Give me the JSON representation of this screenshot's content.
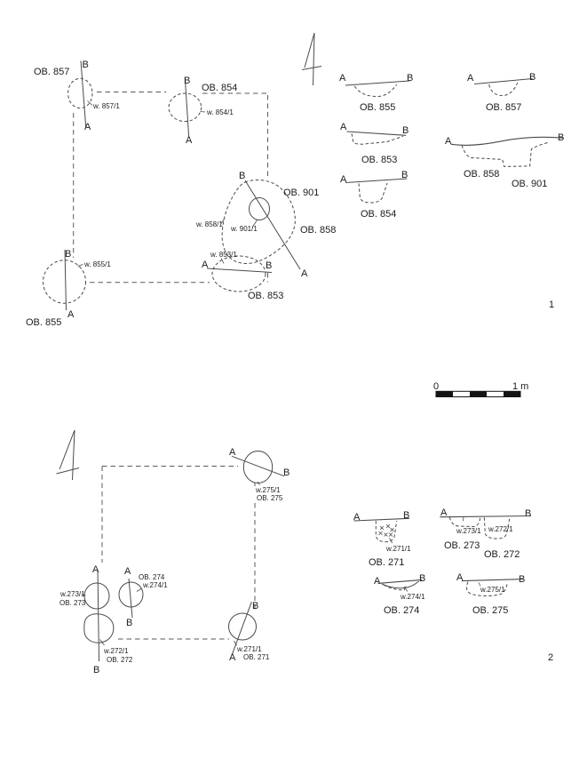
{
  "markers": {
    "a": "A",
    "b": "B"
  },
  "scale_bar": {
    "zero": "0",
    "one_m": "1 m"
  },
  "panel1": {
    "page_number": "1",
    "plan": {
      "ob857": {
        "label": "OB. 857",
        "layer": "w. 857/1"
      },
      "ob854": {
        "label": "OB. 854",
        "layer": "w. 854/1"
      },
      "ob901": {
        "label": "OB. 901",
        "layer": "w. 901/1"
      },
      "ob858": {
        "label": "OB. 858",
        "layer": "w. 858/1"
      },
      "ob853": {
        "label": "OB. 853",
        "layer": "w. 853/1"
      },
      "ob855": {
        "label": "OB. 855",
        "layer": "w. 855/1"
      }
    },
    "profiles": {
      "ob855": "OB. 855",
      "ob857": "OB. 857",
      "ob853": "OB. 853",
      "ob858": "OB. 858",
      "ob901": "OB. 901",
      "ob854": "OB. 854"
    }
  },
  "panel2": {
    "page_number": "2",
    "plan": {
      "ob275": {
        "label": "OB. 275",
        "layer": "w.275/1"
      },
      "ob273": {
        "label": "OB. 273",
        "layer": "w.273/1"
      },
      "ob272": {
        "label": "OB. 272",
        "layer": "w.272/1"
      },
      "ob274": {
        "label": "OB. 274",
        "layer": "w.274/1"
      },
      "ob271": {
        "label": "OB. 271",
        "layer": "w.271/1"
      }
    },
    "profiles": {
      "ob271": {
        "label": "OB. 271",
        "layer": "w.271/1"
      },
      "ob273": {
        "label": "OB. 273",
        "layer": "w.273/1"
      },
      "ob272": {
        "label": "OB. 272",
        "layer": "w.272/1"
      },
      "ob274": {
        "label": "OB. 274",
        "layer": "w.274/1"
      },
      "ob275": {
        "label": "OB. 275",
        "layer": "w.275/1"
      }
    }
  }
}
